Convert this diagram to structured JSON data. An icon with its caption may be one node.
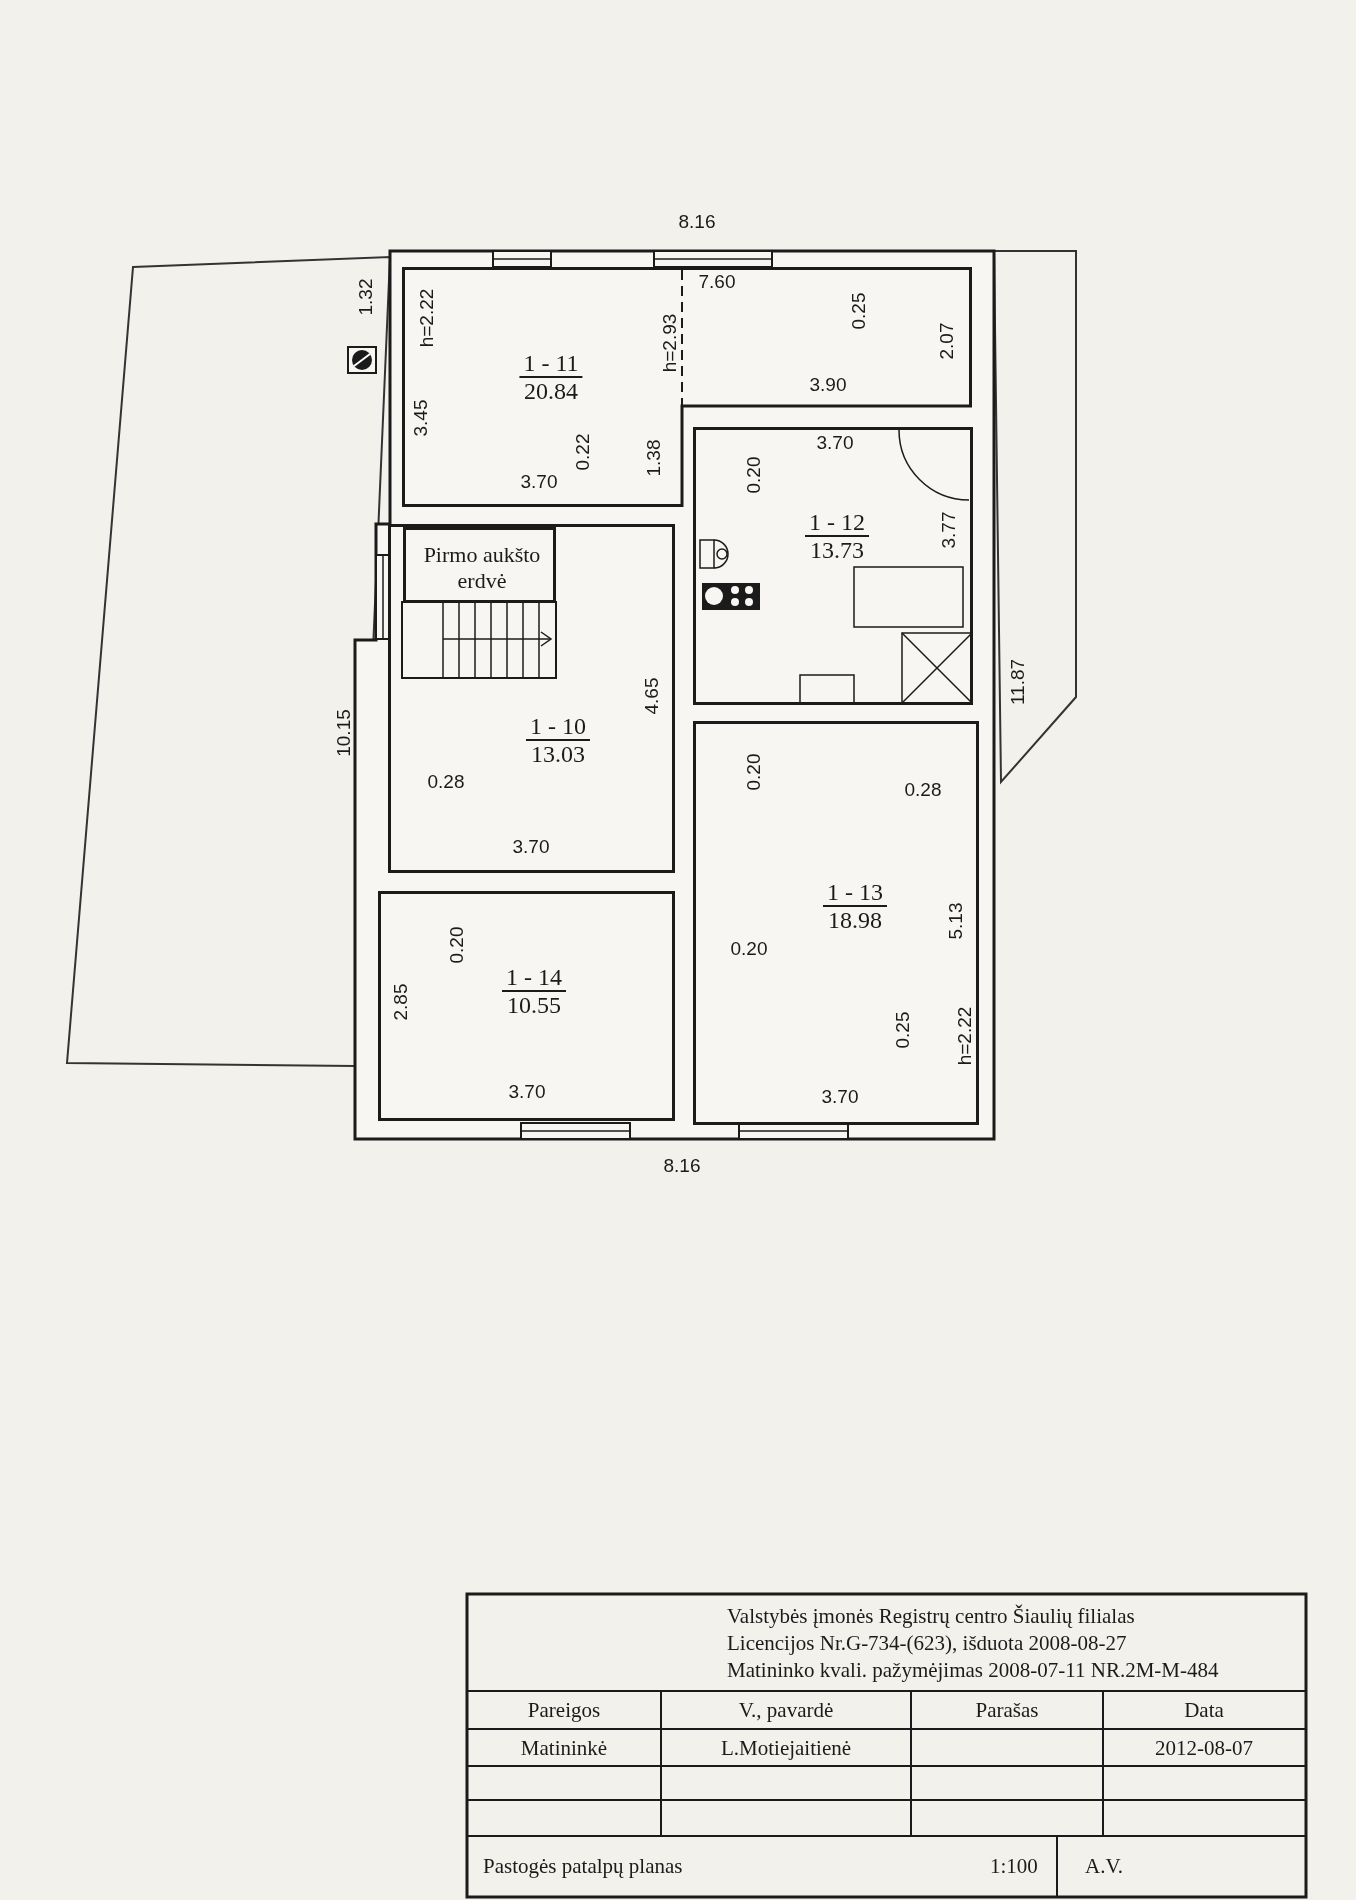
{
  "diagram": {
    "nodes": [
      {
        "text": [
          "1 - 11",
          "20.84"
        ]
      },
      {
        "text": [
          "1 - 10",
          "13.03"
        ]
      },
      {
        "text": [
          "Pirmo aukšto erdvė"
        ],
        "in": 1
      },
      {
        "text": [
          "1 - 12",
          "13.73"
        ]
      },
      {
        "text": [
          "1 - 13",
          "18.98"
        ]
      },
      {
        "text": [
          "1 - 14",
          "10.55"
        ]
      }
    ],
    "labels": [
      "8.16",
      "1.32",
      "h=2.22",
      "7.60",
      "h=2.93",
      "0.25",
      "2.07",
      "3.45",
      "3.90",
      "3.70",
      "0.22",
      "1.38",
      "3.70",
      "0.20",
      "3.77",
      "4.65",
      "11.87",
      "10.15",
      "0.28",
      "0.20",
      "0.28",
      "3.70",
      "0.20",
      "0.20",
      "5.13",
      "2.85",
      "h=2.22",
      "3.70",
      "3.70",
      "0.25",
      "8.16",
      "Valstybės įmonės Registrų centro Šiaulių filialas",
      "Licencijos Nr.G-734-(623), išduota 2008-08-27",
      "Matininko kvali. pažymėjimas 2008-07-11 NR.2M-M-484",
      "Pareigos",
      "V., pavardė",
      "Parašas",
      "Data",
      "Matininkė",
      "L.Motiejaitienė",
      "2012-08-07",
      "Pastogės patalpų planas",
      "1:100",
      "A.V."
    ]
  }
}
